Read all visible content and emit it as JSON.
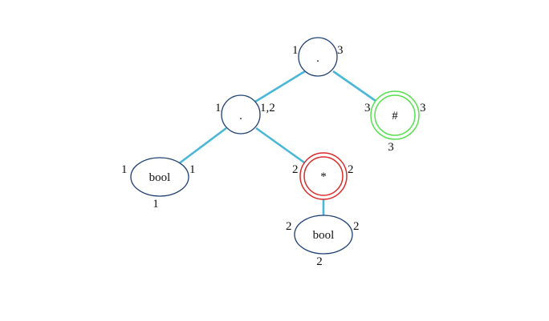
{
  "nodes": {
    "root": {
      "symbol": ".",
      "left": "1",
      "right": "3"
    },
    "inner": {
      "symbol": ".",
      "left": "1",
      "right": "1,2"
    },
    "hash": {
      "symbol": "#",
      "left": "3",
      "right": "3",
      "bottom": "3"
    },
    "bool_left": {
      "symbol": "bool",
      "left": "1",
      "right": "1",
      "bottom": "1"
    },
    "star": {
      "symbol": "*",
      "left": "2",
      "right": "2"
    },
    "bool_right": {
      "symbol": "bool",
      "left": "2",
      "right": "2",
      "bottom": "2"
    }
  },
  "colors": {
    "edge": "#4ab7d8",
    "node_outline": "#1f3f73",
    "star_ring": "#d92b2b",
    "hash_ring": "#56e04f"
  }
}
